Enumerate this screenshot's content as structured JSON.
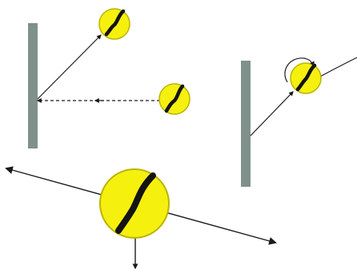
{
  "colors": {
    "background": "#ffffff",
    "wall": "#7f918a",
    "ball_fill": "#f6f00f",
    "ball_outline": "#b9b400",
    "seam": "#141414",
    "line": "#1b1b1b"
  },
  "panels": {
    "left": {
      "objects": [
        "wall",
        "incoming-ball",
        "reflected-ball",
        "incoming-dashed-path",
        "reflected-path"
      ]
    },
    "right": {
      "objects": [
        "wall",
        "spinning-ball",
        "spin-arrow",
        "rebound-path",
        "exit-curve"
      ]
    },
    "bottom": {
      "objects": [
        "large-ball",
        "axis-line",
        "down-arrow"
      ]
    }
  }
}
